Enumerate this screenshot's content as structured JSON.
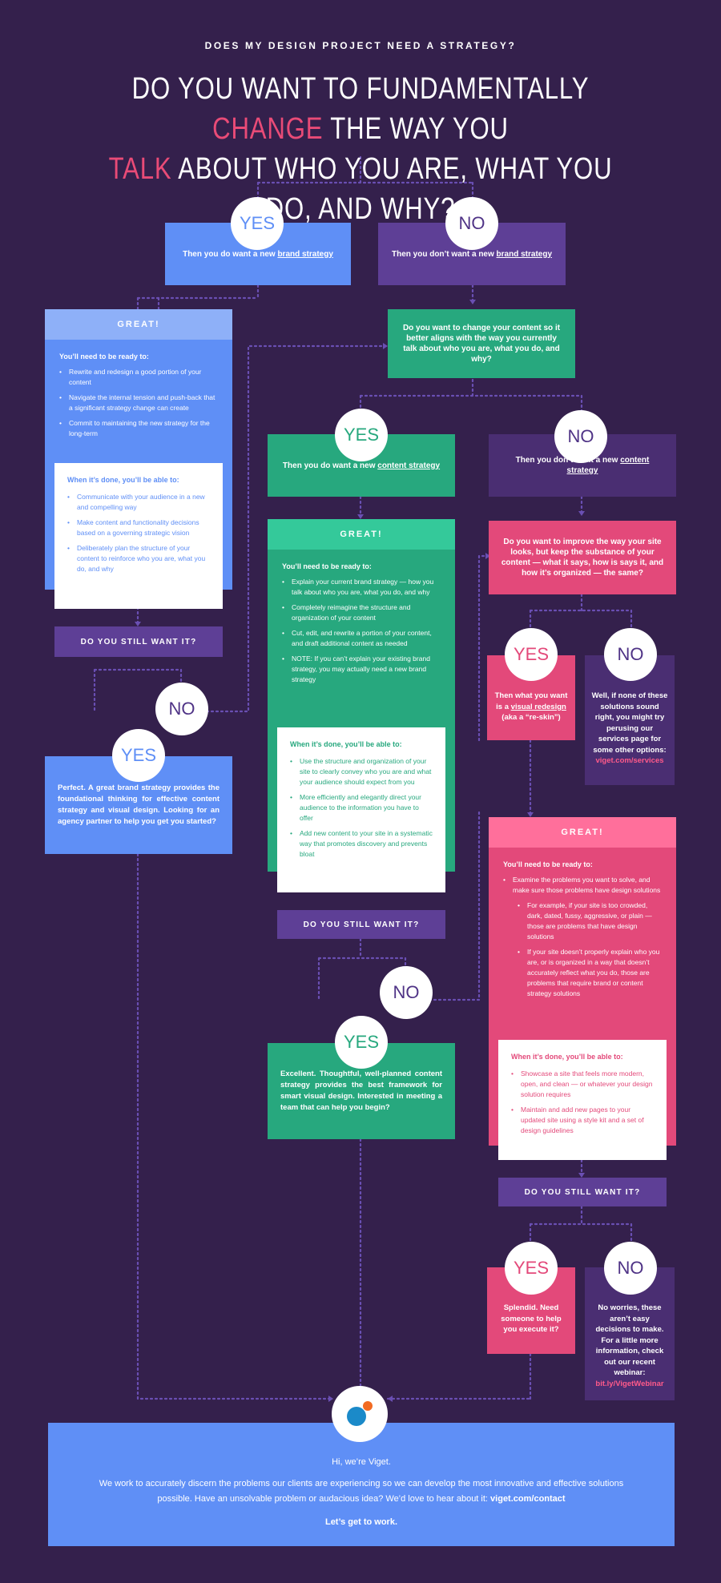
{
  "header": {
    "overtitle": "DOES MY DESIGN PROJECT NEED A STRATEGY?",
    "line1a": "DO YOU WANT TO FUNDAMENTALLY ",
    "line1b": "CHANGE",
    "line1c": " THE WAY YOU",
    "line2a": "TALK",
    "line2b": " ABOUT WHO YOU ARE, WHAT YOU DO, AND WHY?"
  },
  "labels": {
    "yes": "YES",
    "no": "NO",
    "great": "GREAT!",
    "still": "DO YOU STILL WANT IT?",
    "ready": "You’ll need to be ready to:",
    "done": "When it’s done, you’ll be able to:"
  },
  "brand": {
    "yes_pre": "Then you do want a new ",
    "yes_link": "brand strategy",
    "no_pre": "Then you don’t want a new ",
    "no_link": "brand strategy",
    "ready_items": [
      "Rewrite and redesign a good portion of your content",
      "Navigate the internal tension and push-back that a significant strategy change can create",
      "Commit to maintaining the new strategy for the long-term"
    ],
    "done_items": [
      "Communicate with your audience in a new and compelling way",
      "Make content and functionality decisions based on a governing strategic vision",
      "Deliberately plan the structure of your content to reinforce who you are, what you do, and why"
    ],
    "final": "Perfect. A great brand strategy provides the foundational thinking for effective content strategy and visual design. Looking for an agency partner to help you get you started?"
  },
  "content": {
    "question": "Do you want to change your content so it better aligns with the way you currently talk about who you are, what you do, and why?",
    "yes_pre": "Then you do want a new ",
    "yes_link": "content strategy",
    "no_pre": "Then you don’t want a new ",
    "no_link": "content strategy",
    "ready_items": [
      "Explain your current brand strategy — how you talk about who you are, what you do, and why",
      "Completely reimagine the structure and organization of your content",
      "Cut, edit, and rewrite a portion of your content, and draft additional content as needed",
      "NOTE: If you can’t explain your existing brand strategy, you may actually need a new brand strategy"
    ],
    "done_items": [
      "Use the structure and organization of your site to clearly convey who you are and what your audience should expect from you",
      "More efficiently and elegantly direct your audience to the information you have to offer",
      "Add new content to your site in a systematic way that promotes discovery and prevents bloat"
    ],
    "final": "Excellent. Thoughtful, well-planned content strategy provides the best framework for smart visual design. Interested in meeting a team that can help you begin?"
  },
  "visual": {
    "question": "Do you want to improve the way your site looks, but keep the substance of your content — what it says, how is says it, and how it’s organized — the same?",
    "yes_pre": "Then what you want is a ",
    "yes_link": "visual redesign",
    "yes_post": " (aka a “re-skin”)",
    "no_text": "Well, if none of these solutions sound right, you might try perusing our services page for some other options: ",
    "no_link": "viget.com/services",
    "ready_items": [
      "Examine the problems you want to solve, and make sure those problems have design solutions"
    ],
    "ready_sub": [
      "For example, if your site is too crowded, dark, dated, fussy, aggressive, or plain — those are problems that have design solutions",
      "If your site doesn’t properly explain who you are, or is organized in a way that doesn’t accurately reflect what you do, those are problems that require brand or content strategy solutions"
    ],
    "done_items": [
      "Showcase a site that feels more modern, open, and clean — or whatever your design solution requires",
      "Maintain and add new pages to your updated site using a style kit and a set of design guidelines"
    ],
    "final_yes": "Splendid. Need someone to help you execute it?",
    "final_no": "No worries, these aren’t easy decisions to make. For a little more information, check out our recent webinar: ",
    "final_no_link": "bit.ly/VigetWebinar"
  },
  "footer": {
    "hi": "Hi, we’re Viget.",
    "body": "We work to accurately discern the problems our clients are experiencing so we can develop the most innovative and effective solutions possible. Have an unsolvable problem or audacious idea? We’d love to hear about it: ",
    "link": "viget.com/contact",
    "cta": "Let’s get to work."
  },
  "colors": {
    "blue": "#5f8ff6",
    "purple": "#5e3f96",
    "green": "#27a87e",
    "pink": "#e3497a",
    "bg": "#34204c",
    "logo_blue": "#1b8ac9",
    "logo_orange": "#f26b22"
  },
  "icons": [
    "viget-logo-icon"
  ]
}
